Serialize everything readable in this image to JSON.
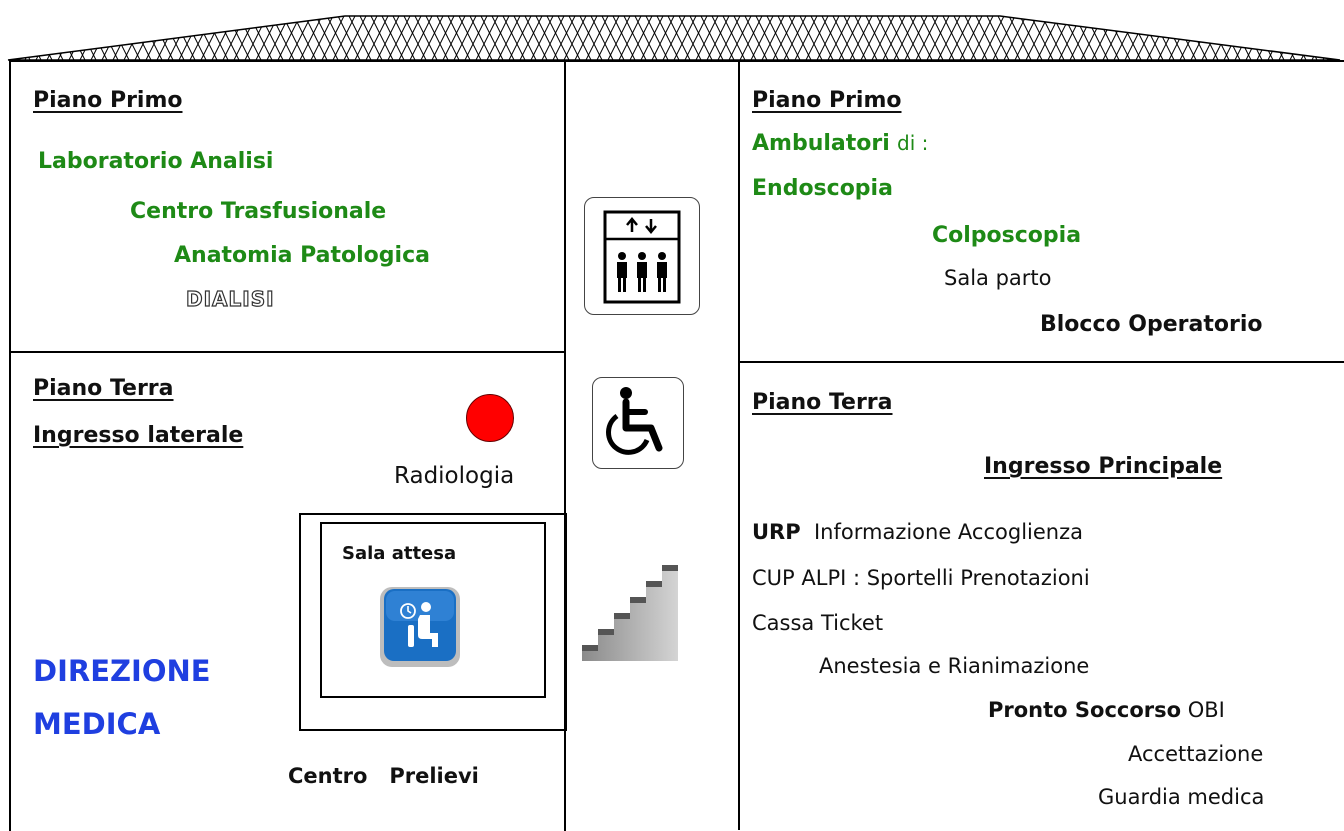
{
  "left_top": {
    "heading": "Piano Primo",
    "items": [
      "Laboratorio Analisi",
      "Centro Trasfusionale",
      "Anatomia Patologica"
    ],
    "dialisi": "DIALISI"
  },
  "left_bottom": {
    "heading1": "Piano Terra",
    "heading2": "Ingresso laterale",
    "radiologia": "Radiologia",
    "sala_attesa": "Sala attesa",
    "direzione_line1": "DIREZIONE",
    "direzione_line2": "MEDICA",
    "centro_prelievi": "Centro   Prelievi"
  },
  "right_top": {
    "heading": "Piano Primo",
    "ambulatori": "Ambulatori",
    "di": "di :",
    "endoscopia": "Endoscopia",
    "colposcopia": "Colposcopia",
    "sala_parto": "Sala parto",
    "blocco": "Blocco Operatorio"
  },
  "right_bottom": {
    "heading": "Piano Terra",
    "ingresso": "Ingresso Principale",
    "urp": "URP",
    "urp_desc": "Informazione Accoglienza",
    "cup": "CUP ALPI : Sportelli Prenotazioni",
    "cassa": "Cassa Ticket",
    "anestesia": "Anestesia e Rianimazione",
    "pronto": "Pronto Soccorso",
    "obi": "OBI",
    "accettazione": "Accettazione",
    "guardia": "Guardia medica"
  },
  "colors": {
    "green": "#1e8a16",
    "blue": "#1f3fe0",
    "red_dot": "#ff0000",
    "waiting_icon": "#1a6fc4"
  },
  "icons": [
    "elevator-icon",
    "wheelchair-icon",
    "stairs-icon",
    "waiting-room-icon",
    "red-dot-marker"
  ]
}
